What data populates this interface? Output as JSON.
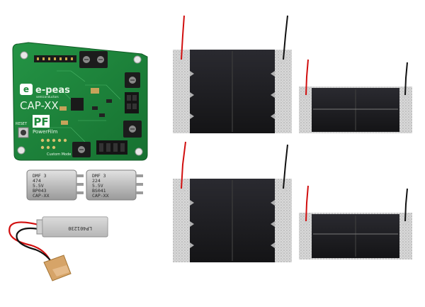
{
  "board": {
    "logo_text": "e-peas",
    "logo_subtext": "semiconductors",
    "product_name": "CAP-XX",
    "pf_mark": "PF",
    "pf_brand": "PowerFilm",
    "reset_label": "RESET",
    "mode_label": "Custom Mode"
  },
  "capacitors": [
    {
      "lines": [
        "DMF 3",
        "474",
        "5.5V",
        "BP043",
        "CAP-XX"
      ]
    },
    {
      "lines": [
        "DMF 3",
        "224",
        "5.5V",
        "BS041",
        "CAP-XX"
      ]
    }
  ],
  "battery": {
    "label": "LP401230"
  },
  "solar_panels": [
    {
      "size": "large",
      "position": "top-left"
    },
    {
      "size": "small",
      "position": "top-right"
    },
    {
      "size": "large",
      "position": "bottom-left"
    },
    {
      "size": "small",
      "position": "bottom-right"
    }
  ],
  "colors": {
    "pcb_green": "#1f8a3c",
    "panel_dark": "#1c1c1f",
    "panel_edge": "#c9c9c9",
    "wire_red": "#d10f0f",
    "wire_black": "#111111",
    "cap_silver": "#b8b8b8"
  }
}
